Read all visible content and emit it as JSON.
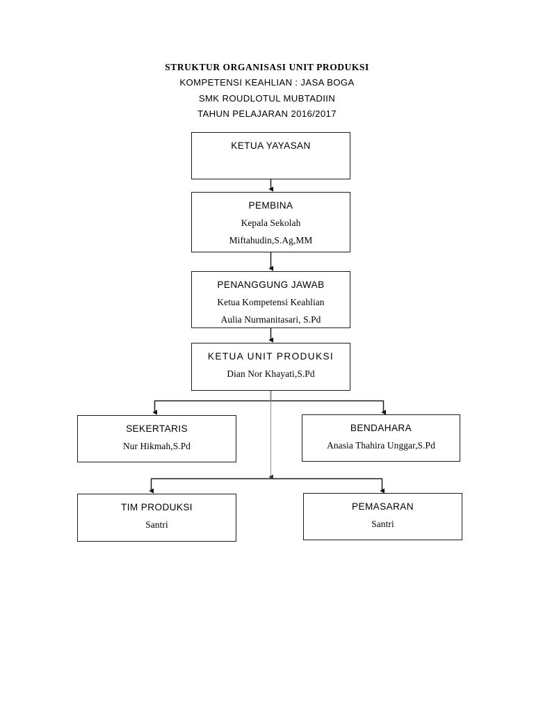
{
  "header": {
    "line1": "STRUKTUR ORGANISASI UNIT PRODUKSI",
    "line2": "KOMPETENSI KEAHLIAN : JASA BOGA",
    "line3": "SMK ROUDLOTUL MUBTADIIN",
    "line4": "TAHUN PELAJARAN 2016/2017"
  },
  "chart_data": {
    "type": "diagram",
    "title": "STRUKTUR ORGANISASI UNIT PRODUKSI",
    "subtitle": "KOMPETENSI KEAHLIAN : JASA BOGA",
    "organization": "SMK ROUDLOTUL MUBTADIIN",
    "period": "TAHUN PELAJARAN 2016/2017",
    "nodes": [
      {
        "id": "ketua-yayasan",
        "role": "KETUA YAYASAN",
        "subrole": "",
        "person": ""
      },
      {
        "id": "pembina",
        "role": "PEMBINA",
        "subrole": "Kepala Sekolah",
        "person": "Miftahudin,S.Ag,MM"
      },
      {
        "id": "penanggung-jawab",
        "role": "PENANGGUNG JAWAB",
        "subrole": "Ketua Kompetensi Keahlian",
        "person": "Aulia Nurmanitasari, S.Pd"
      },
      {
        "id": "ketua-unit-produksi",
        "role": "KETUA  UNIT  PRODUKSI",
        "subrole": "",
        "person": "Dian Nor Khayati,S.Pd"
      },
      {
        "id": "sekertaris",
        "role": "SEKERTARIS",
        "subrole": "",
        "person": "Nur Hikmah,S.Pd"
      },
      {
        "id": "bendahara",
        "role": "BENDAHARA",
        "subrole": "",
        "person": "Anasia Thahira Unggar,S.Pd"
      },
      {
        "id": "tim-produksi",
        "role": "TIM PRODUKSI",
        "subrole": "",
        "person": "Santri"
      },
      {
        "id": "pemasaran",
        "role": "PEMASARAN",
        "subrole": "",
        "person": "Santri"
      }
    ],
    "edges": [
      {
        "from": "ketua-yayasan",
        "to": "pembina",
        "style": "arrow-down"
      },
      {
        "from": "pembina",
        "to": "penanggung-jawab",
        "style": "arrow-down"
      },
      {
        "from": "penanggung-jawab",
        "to": "ketua-unit-produksi",
        "style": "arrow-down"
      },
      {
        "from": "ketua-unit-produksi",
        "to": "sekertaris",
        "style": "elbow"
      },
      {
        "from": "ketua-unit-produksi",
        "to": "bendahara",
        "style": "elbow"
      },
      {
        "from": "ketua-unit-produksi",
        "to": "tim-produksi",
        "style": "elbow"
      },
      {
        "from": "ketua-unit-produksi",
        "to": "pemasaran",
        "style": "elbow"
      }
    ],
    "levels": [
      [
        "ketua-yayasan"
      ],
      [
        "pembina"
      ],
      [
        "penanggung-jawab"
      ],
      [
        "ketua-unit-produksi"
      ],
      [
        "sekertaris",
        "bendahara"
      ],
      [
        "tim-produksi",
        "pemasaran"
      ]
    ],
    "colors": {
      "box_border": "#1a1a1a",
      "background": "#ffffff",
      "text": "#000000",
      "connector": "#1a1a1a"
    }
  }
}
